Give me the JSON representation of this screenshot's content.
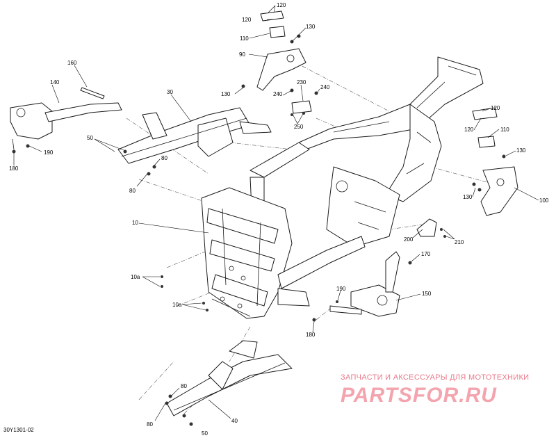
{
  "diagram_code": "30Y1301-02",
  "watermark": {
    "tagline": "ЗАПЧАСТИ И АКСЕССУАРЫ ДЛЯ МОТОТЕХНИКИ",
    "logo_text": "PARTSFOR.RU"
  },
  "callouts": {
    "p10": "10",
    "p10a_1": "10a",
    "p10a_2": "10a",
    "p30": "30",
    "p40": "40",
    "p50_1": "50",
    "p50_2": "50",
    "p80_1": "80",
    "p80_2": "80",
    "p80_3": "80",
    "p80_4": "80",
    "p90": "90",
    "p100": "100",
    "p110_1": "110",
    "p110_2": "110",
    "p120_1": "120",
    "p120_2": "120",
    "p120_3": "120",
    "p120_4": "120",
    "p130_1": "130",
    "p130_2": "130",
    "p130_3": "130",
    "p130_4": "130",
    "p140": "140",
    "p150": "150",
    "p160": "160",
    "p170": "170",
    "p180_1": "180",
    "p180_2": "180",
    "p190_1": "190",
    "p190_2": "190",
    "p200": "200",
    "p210": "210",
    "p230": "230",
    "p240_1": "240",
    "p240_2": "240",
    "p250": "250"
  },
  "colors": {
    "line": "#1a1a1a",
    "watermark_red": "#e87a8a",
    "watermark_pink": "#f3a4ae"
  }
}
